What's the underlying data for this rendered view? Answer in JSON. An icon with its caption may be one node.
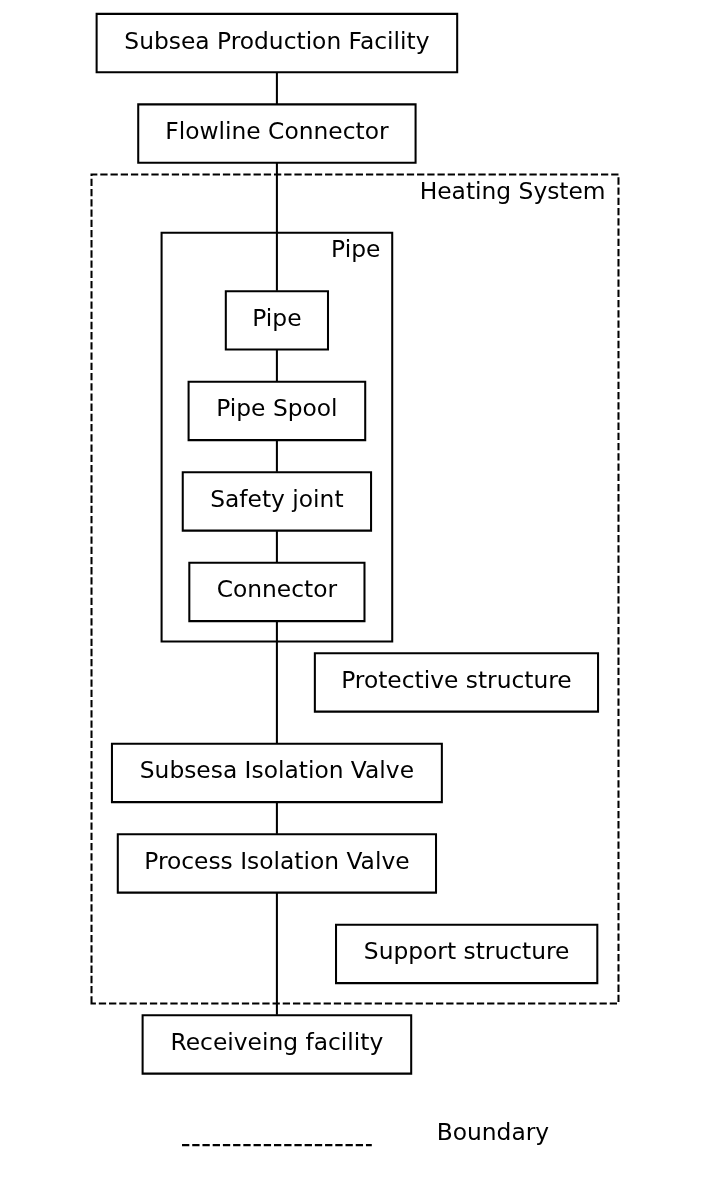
{
  "diagram": {
    "nodes": [
      {
        "text": [
          "Subsea Production Facility"
        ]
      },
      {
        "text": [
          "Flowline Connector"
        ]
      },
      {
        "text": [
          "Heating System"
        ]
      },
      {
        "text": [
          "Pipe"
        ],
        "in": 2
      },
      {
        "text": [
          "Pipe"
        ],
        "in": 3
      },
      {
        "text": [
          "Pipe Spool"
        ],
        "in": 3
      },
      {
        "text": [
          "Safety joint"
        ],
        "in": 3
      },
      {
        "text": [
          "Connector"
        ],
        "in": 3
      },
      {
        "text": [
          "Protective structure"
        ],
        "in": 2
      },
      {
        "text": [
          "Subsesa Isolation Valve"
        ],
        "in": 2
      },
      {
        "text": [
          "Process Isolation Valve"
        ],
        "in": 2
      },
      {
        "text": [
          "Support structure"
        ],
        "in": 2
      },
      {
        "text": [
          "Receiveing facility"
        ]
      }
    ],
    "edges": [
      {
        "from": 0,
        "to": 1,
        "arrow": "none"
      },
      {
        "from": 1,
        "to": 4,
        "arrow": "none"
      },
      {
        "from": 4,
        "to": 5,
        "arrow": "none"
      },
      {
        "from": 5,
        "to": 6,
        "arrow": "none"
      },
      {
        "from": 6,
        "to": 7,
        "arrow": "none"
      },
      {
        "from": 7,
        "to": 9,
        "arrow": "none"
      },
      {
        "from": 9,
        "to": 10,
        "arrow": "none"
      },
      {
        "from": 10,
        "to": 12,
        "arrow": "none"
      }
    ],
    "legend": [
      {
        "text": "Boundary"
      }
    ]
  }
}
